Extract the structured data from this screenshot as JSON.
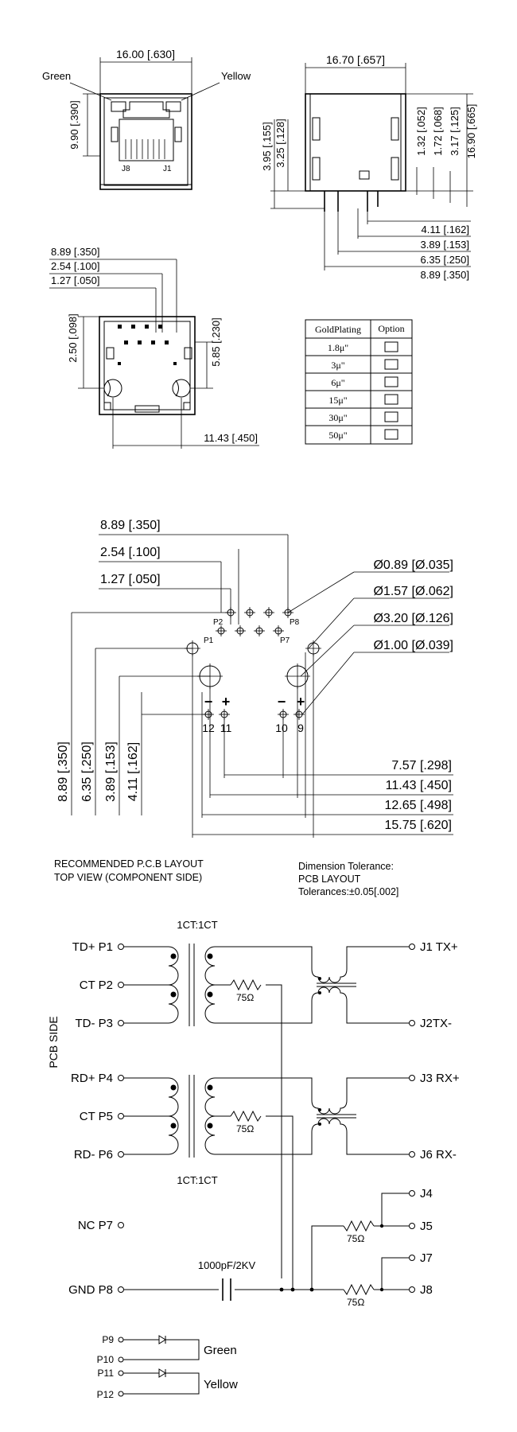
{
  "front_view": {
    "width_dim": "16.00 [.630]",
    "green_label": "Green",
    "yellow_label": "Yellow",
    "height_dim": "9.90 [.390]",
    "j8_label": "J8",
    "j1_label": "J1"
  },
  "side_view": {
    "width_dim": "16.70 [.657]",
    "left_dims": [
      "3.95 [.155]",
      "3.25 [.128]"
    ],
    "right_dims": [
      "1.32 [.052]",
      "1.72 [.068]",
      "3.17 [.125]",
      "16.90 [.665]"
    ],
    "bottom_dims": [
      "4.11 [.162]",
      "3.89 [.153]",
      "6.35 [.250]",
      "8.89 [.350]"
    ]
  },
  "bottom_view": {
    "top_dims": [
      "8.89 [.350]",
      "2.54 [.100]",
      "1.27 [.050]"
    ],
    "left_dim": "2.50 [.098]",
    "right_dim": "5.85 [.230]",
    "bottom_dim": "11.43 [.450]"
  },
  "plating_table": {
    "header": [
      "GoldPlating",
      "Option"
    ],
    "rows": [
      {
        "value": "1.8μ\"",
        "selected": false
      },
      {
        "value": "3μ\"",
        "selected": false
      },
      {
        "value": "6μ\"",
        "selected": true
      },
      {
        "value": "15μ\"",
        "selected": false
      },
      {
        "value": "30μ\"",
        "selected": false
      },
      {
        "value": "50μ\"",
        "selected": false
      }
    ]
  },
  "pcb_layout": {
    "top_dims": [
      "8.89 [.350]",
      "2.54 [.100]",
      "1.27 [.050]"
    ],
    "hole_dims": [
      "Ø0.89 [Ø.035]",
      "Ø1.57 [Ø.062]",
      "Ø3.20 [Ø.126]",
      "Ø1.00 [Ø.039]"
    ],
    "pin_labels": [
      "P2",
      "P1",
      "P8",
      "P7",
      "12",
      "11",
      "10",
      "9"
    ],
    "plus_minus": [
      "−",
      "+",
      "−",
      "+"
    ],
    "left_dims": [
      "8.89 [.350]",
      "6.35 [.250]",
      "3.89 [.153]",
      "4.11 [.162]"
    ],
    "bottom_dims": [
      "7.57 [.298]",
      "11.43 [.450]",
      "12.65 [.498]",
      "15.75 [.620]"
    ],
    "caption_lines": [
      "RECOMMENDED P.C.B LAYOUT",
      "TOP VIEW (COMPONENT SIDE)"
    ],
    "tolerance_lines": [
      "Dimension Tolerance:",
      "PCB LAYOUT",
      "Tolerances:±0.05[.002]"
    ]
  },
  "schematic": {
    "ratio_top": "1CT:1CT",
    "ratio_bottom": "1CT:1CT",
    "pcb_side": "PCB SIDE",
    "left_pins": [
      "TD+ P1",
      "CT  P2",
      "TD-  P3",
      "RD+ P4",
      "CT  P5",
      "RD-  P6",
      "NC  P7",
      "GND P8"
    ],
    "right_pins": [
      "J1 TX+",
      "J2TX-",
      "J3 RX+",
      "J6 RX-",
      "J4",
      "J5",
      "J7",
      "J8"
    ],
    "resistor": "75Ω",
    "capacitor": "1000pF/2KV",
    "led_pins": [
      "P9",
      "P10",
      "P11",
      "P12"
    ],
    "led_labels": [
      "Green",
      "Yellow"
    ]
  }
}
